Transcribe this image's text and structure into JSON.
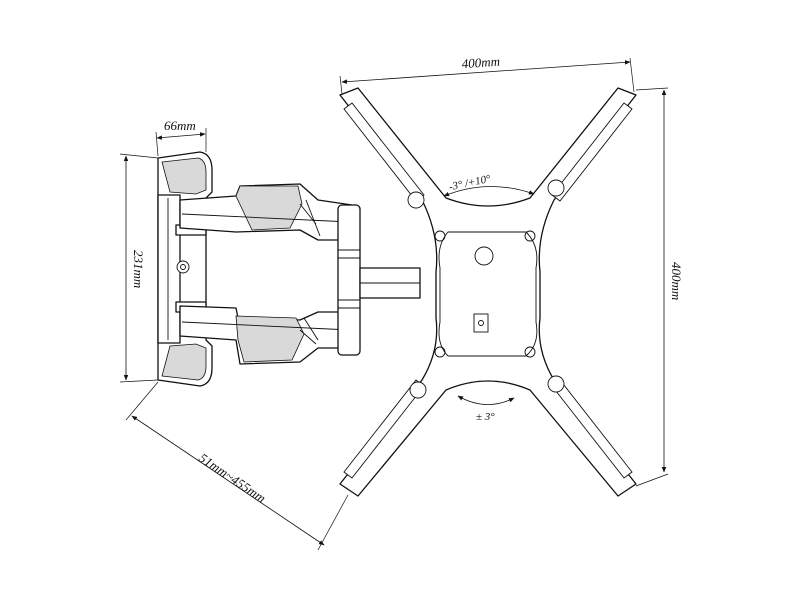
{
  "dimensions": {
    "top_width": "400mm",
    "right_height": "400mm",
    "wall_plate_width": "66mm",
    "wall_plate_height": "231mm",
    "extension": "51mm~455mm"
  },
  "angles": {
    "tilt": "-3° /+10°",
    "swivel": "± 3°"
  },
  "colors": {
    "line": "#111111",
    "background": "#ffffff",
    "shade": "#d9d9d9"
  }
}
